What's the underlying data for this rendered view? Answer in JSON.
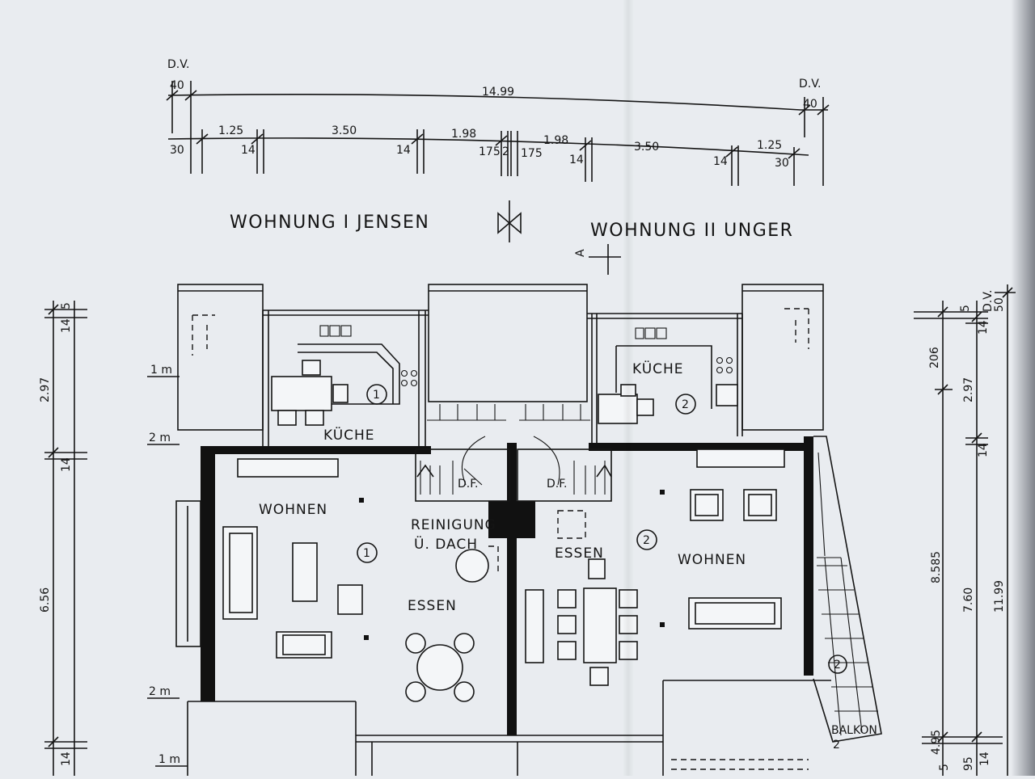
{
  "top_dims": {
    "dv_left": "D.V.",
    "dv_left_40": "40",
    "total": "14.99",
    "dv_right": "D.V.",
    "dv_right_40": "40",
    "seg_30_left": "30",
    "seg_125_left": "1.25",
    "seg_14_a": "14",
    "seg_350_left": "3.50",
    "seg_14_b": "14",
    "seg_198_left": "1.98",
    "seg_175_left": "175",
    "seg_2": "2",
    "seg_175_right": "175",
    "seg_198_right": "1.98",
    "seg_14_c": "14",
    "seg_350_right": "3.50",
    "seg_14_d": "14",
    "seg_125_right": "1.25",
    "seg_30_right": "30"
  },
  "titles": {
    "left_unit": "WOHNUNG I JENSEN",
    "right_unit": "WOHNUNG II UNGER",
    "section_marker": "A"
  },
  "rooms": {
    "kueche_left": "KÜCHE",
    "kueche_right": "KÜCHE",
    "wohnen_left": "WOHNEN",
    "wohnen_right": "WOHNEN",
    "essen_left": "ESSEN",
    "essen_right": "ESSEN",
    "reinigung_1": "REINIGUNG",
    "reinigung_2": "Ü. DACH",
    "df_left": "D.F.",
    "df_right": "D.F.",
    "balkon": "BALKON",
    "balkon_num": "2"
  },
  "unit_markers": {
    "one": "1",
    "two": "2"
  },
  "level_marks": {
    "m1_top": "1 m",
    "m2_top": "2 m",
    "m2_bottom": "2 m",
    "m1_bottom": "1 m"
  },
  "left_dims": {
    "d5": "5",
    "d14_top": "14",
    "d297": "2.97",
    "d14_mid": "14",
    "d656": "6.56",
    "d14_bottom": "14"
  },
  "right_dims": {
    "d5": "5",
    "dv": "D.V.",
    "d50": "50",
    "d14_top": "14",
    "d206": "206",
    "d297": "2.97",
    "d14_mid": "14",
    "d8585": "8.585",
    "d760": "7.60",
    "d1199": "11.99",
    "d495": "4.95",
    "d95": "95",
    "d5_b": "5",
    "d14_b": "14"
  }
}
